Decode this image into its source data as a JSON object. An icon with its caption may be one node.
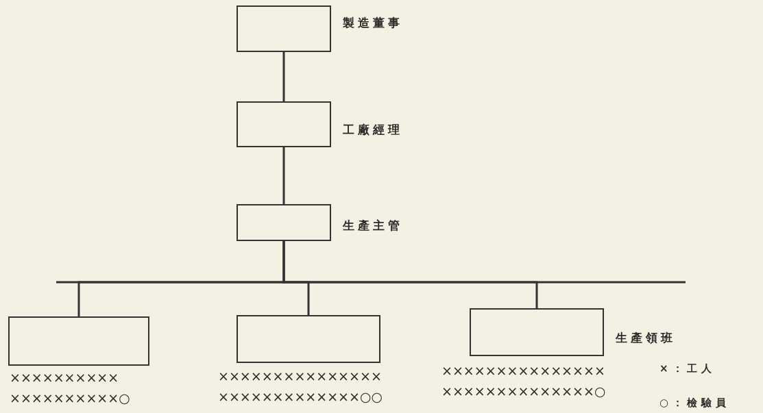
{
  "diagram": {
    "nodes": [
      {
        "text": [],
        "shape": "box",
        "beside": [
          "製造董事"
        ]
      },
      {
        "text": [],
        "shape": "box",
        "beside": [
          "工廠經理"
        ]
      },
      {
        "text": [],
        "shape": "box",
        "beside": [
          "生產主管"
        ]
      },
      {
        "text": [],
        "shape": "box",
        "beside": [
          "××××××××××",
          "××××××××××○"
        ]
      },
      {
        "text": [],
        "shape": "box",
        "beside": [
          "×××××××××××××××",
          "×××××××××××××○○"
        ]
      },
      {
        "text": [],
        "shape": "box",
        "beside": [
          "生產領班",
          "×××××××××××××××",
          "××××××××××××××○"
        ]
      }
    ],
    "edges": [
      {
        "from": 0,
        "to": 1,
        "arrow": "none"
      },
      {
        "from": 1,
        "to": 2,
        "arrow": "none"
      },
      {
        "from": 2,
        "to": 3,
        "arrow": "none"
      },
      {
        "from": 2,
        "to": 4,
        "arrow": "none"
      },
      {
        "from": 2,
        "to": 5,
        "arrow": "none"
      }
    ],
    "legend": [
      {
        "text": "×：工人"
      },
      {
        "text": "○：檢驗員"
      }
    ]
  }
}
